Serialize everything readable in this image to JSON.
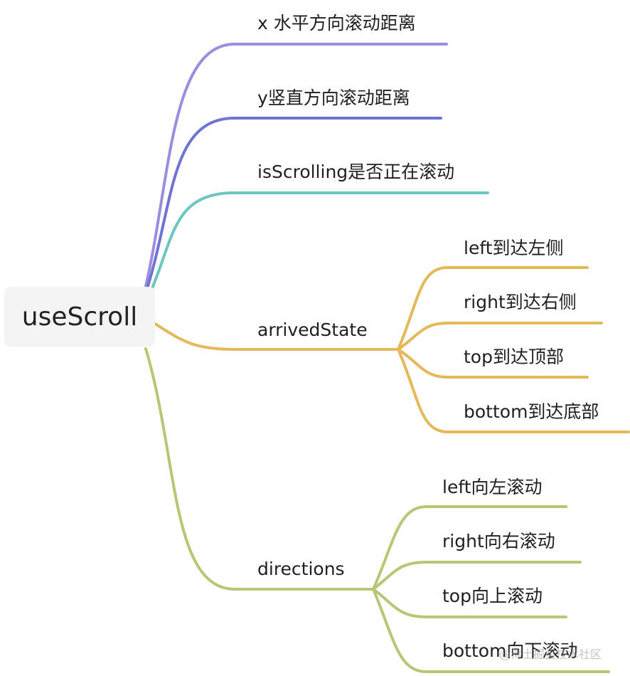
{
  "root": {
    "label": "useScroll"
  },
  "colors": {
    "x": "#9b8de0",
    "y": "#6f74d3",
    "isScrolling": "#6ec6c1",
    "arrivedState": "#e3b95a",
    "directions": "#b7c776"
  },
  "branches": {
    "x": "x 水平方向滚动距离",
    "y": "y竖直方向滚动距离",
    "isScrolling": "isScrolling是否正在滚动",
    "arrivedState": {
      "label": "arrivedState",
      "children": [
        "left到达左侧",
        "right到达右侧",
        "top到达顶部",
        "bottom到达底部"
      ]
    },
    "directions": {
      "label": "directions",
      "children": [
        "left向左滚动",
        "right向右滚动",
        "top向上滚动",
        "bottom向下滚动"
      ]
    }
  },
  "watermark": "@稀土掘金技术社区"
}
